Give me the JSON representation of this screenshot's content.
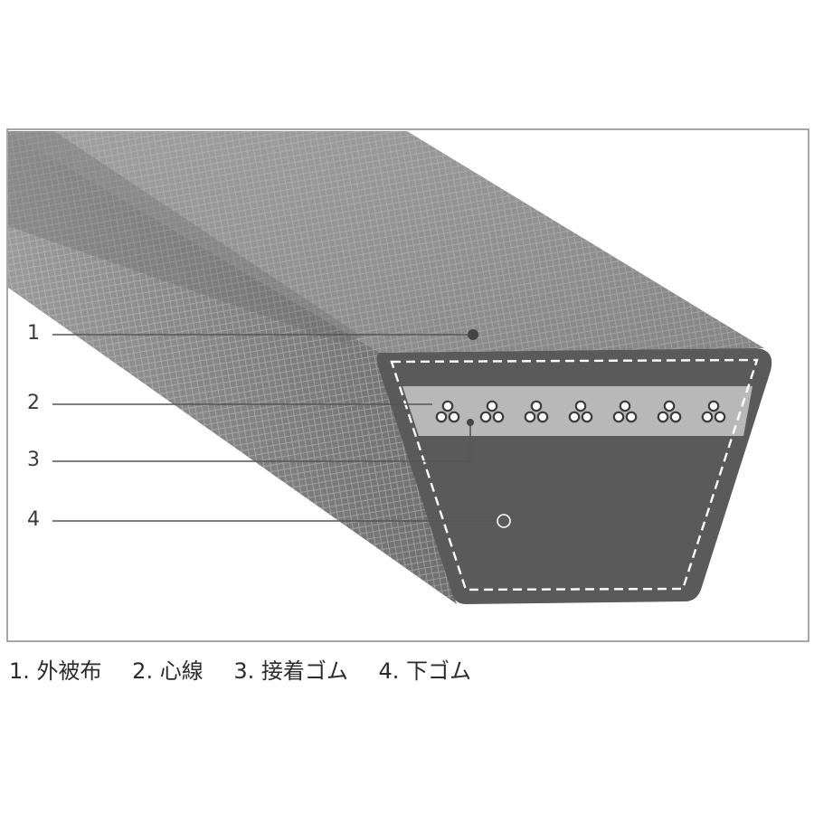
{
  "callouts": [
    "1",
    "2",
    "3",
    "4"
  ],
  "caption": {
    "items": [
      "1. 外被布",
      "2. 心線",
      "3. 接着ゴム",
      "4. 下ゴム"
    ]
  },
  "colors": {
    "frame": "#8a8a8a",
    "belt_top": "#8f8f8f",
    "belt_side": "#7a7a7a",
    "cross_section": "#5a5a5a",
    "cord_layer": "#b4b4b4",
    "dashed_outline": "#ffffff"
  }
}
